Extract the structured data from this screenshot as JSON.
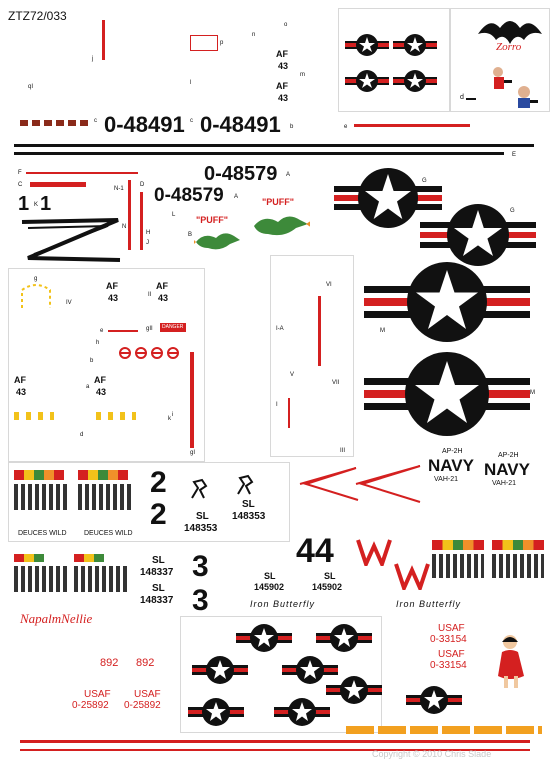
{
  "sheet": {
    "code": "ZTZ72/033",
    "copyright": "Copyright © 2010 Chris Slade"
  },
  "labels": {
    "p": "p",
    "n": "n",
    "o": "o",
    "j": "j",
    "q": "qI",
    "l": "l",
    "m": "m",
    "c": "c",
    "b": "b",
    "e": "e",
    "d": "d",
    "f": "f",
    "E": "E",
    "A": "A",
    "F": "F",
    "C": "C",
    "K": "K",
    "N1": "N-1",
    "N": "N",
    "D": "D",
    "L": "L",
    "J": "J",
    "H": "H",
    "B": "B",
    "G": "G",
    "M": "M",
    "g": "g",
    "gII": "gII",
    "IV": "IV",
    "II": "II",
    "VI": "VI",
    "IA": "I-A",
    "V": "V",
    "VII": "VII",
    "I": "I",
    "III": "III",
    "h": "h",
    "a": "a",
    "k": "k",
    "i": "i",
    "gI": "gI"
  },
  "serials": {
    "s1": "0-48491",
    "s2": "0-48491",
    "s3": "0-48579",
    "s4": "0-48579",
    "big1": "1",
    "big2": "1"
  },
  "af": {
    "af": "AF",
    "num": "43"
  },
  "puff": "\"PUFF\"",
  "danger": "DANGER",
  "navy": {
    "code1": "AP-2H",
    "navy1": "NAVY",
    "sq1": "VAH-21",
    "code2": "AP-2H",
    "navy2": "NAVY",
    "sq2": "VAH-21"
  },
  "deuces": {
    "label1": "DEUCES WILD",
    "label2": "DEUCES WILD",
    "num_a": "2",
    "num_b": "2",
    "sl": "SL",
    "ser": "148353"
  },
  "threes": {
    "sl": "SL",
    "ser": "148337",
    "num_a": "3",
    "num_b": "3"
  },
  "napalm": "NapalmNellie",
  "fortyfour": {
    "num": "44",
    "sl": "SL",
    "ser": "145902",
    "butterfly": "Iron Butterfly"
  },
  "usaf": {
    "usaf": "USAF",
    "s1": "0-33154",
    "s2": "0-25892",
    "tail": "892"
  },
  "zorro": "Zorro",
  "colors": {
    "red": "#d42020",
    "blue": "#141414",
    "yellow": "#f2c21a",
    "green": "#3d8a3a",
    "orange": "#f0902a"
  }
}
